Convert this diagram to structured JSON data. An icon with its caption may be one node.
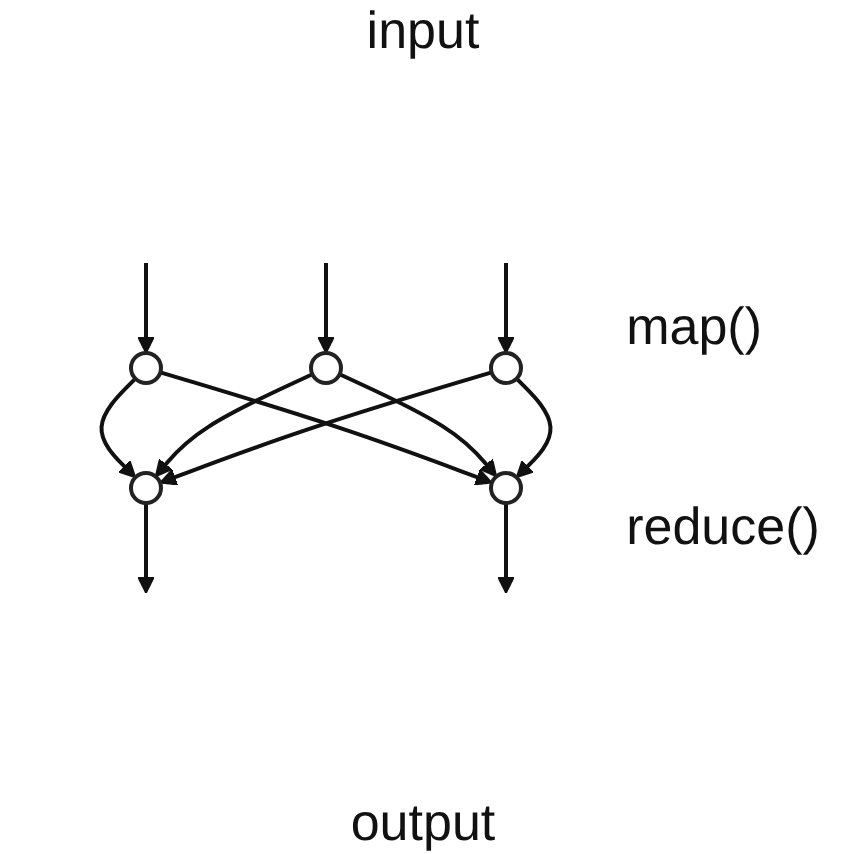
{
  "diagram": {
    "nodes": [
      {
        "text": [],
        "shape": "circle"
      },
      {
        "text": [],
        "shape": "circle"
      },
      {
        "text": [],
        "shape": "circle"
      },
      {
        "text": [],
        "shape": "circle"
      },
      {
        "text": [],
        "shape": "circle"
      }
    ],
    "edges": [
      {
        "from": null,
        "to": 0,
        "arrow": "to"
      },
      {
        "from": null,
        "to": 1,
        "arrow": "to"
      },
      {
        "from": null,
        "to": 2,
        "arrow": "to"
      },
      {
        "from": 0,
        "to": 3,
        "arrow": "to"
      },
      {
        "from": 0,
        "to": 4,
        "arrow": "to"
      },
      {
        "from": 1,
        "to": 3,
        "arrow": "to"
      },
      {
        "from": 1,
        "to": 4,
        "arrow": "to"
      },
      {
        "from": 2,
        "to": 3,
        "arrow": "to"
      },
      {
        "from": 2,
        "to": 4,
        "arrow": "to"
      },
      {
        "from": 3,
        "to": null,
        "arrow": "to"
      },
      {
        "from": 4,
        "to": null,
        "arrow": "to"
      }
    ],
    "labels": [
      "input",
      "map()",
      "reduce()",
      "output"
    ]
  }
}
